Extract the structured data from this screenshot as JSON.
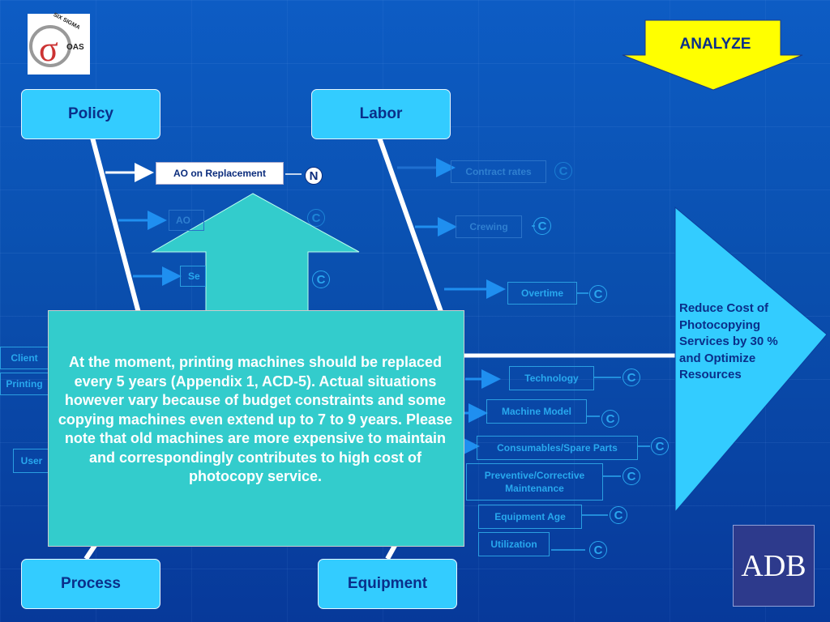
{
  "logo": {
    "line1": "SIX SIGMA",
    "line2": "OAS"
  },
  "stage_label": "ANALYZE",
  "categories": {
    "policy": "Policy",
    "labor": "Labor",
    "process": "Process",
    "equipment": "Equipment"
  },
  "effect": "Reduce Cost of Photocopying Services by 30 % and Optimize Resources",
  "policy_causes": [
    {
      "label": "AO on Replacement",
      "tag": "N"
    },
    {
      "label": "AO",
      "tag": "C"
    },
    {
      "label": "Se",
      "tag": "C"
    }
  ],
  "labor_causes": [
    {
      "label": "Contract rates",
      "tag": "C"
    },
    {
      "label": "Crewing",
      "tag": "C"
    },
    {
      "label": "Overtime",
      "tag": "C"
    }
  ],
  "process_causes": [
    {
      "label": "Client"
    },
    {
      "label": "Printing"
    },
    {
      "label": "User"
    }
  ],
  "equipment_causes": [
    {
      "label": "Technology",
      "tag": "C"
    },
    {
      "label": "Machine Model",
      "tag": "C"
    },
    {
      "label": "Consumables/Spare Parts",
      "tag": "C"
    },
    {
      "label": "Preventive/Corrective Maintenance",
      "tag": "C"
    },
    {
      "label": "Equipment Age",
      "tag": "C"
    },
    {
      "label": "Utilization",
      "tag": "C"
    }
  ],
  "callout_text": "At the moment, printing machines should be replaced every 5 years (Appendix 1, ACD-5). Actual situations however vary because of budget constraints and some copying machines even extend up to 7 to 9 years. Please note that old machines are more expensive to maintain and correspondingly contributes to high cost of photocopy service.",
  "adb_logo": "ADB",
  "colors": {
    "background": "#0a4fae",
    "category_fill": "#33ccff",
    "callout_fill": "#33cccc",
    "arrow_yellow": "#ffff00",
    "effect_fill": "#33ccff",
    "dark_text": "#0a2f8a"
  }
}
